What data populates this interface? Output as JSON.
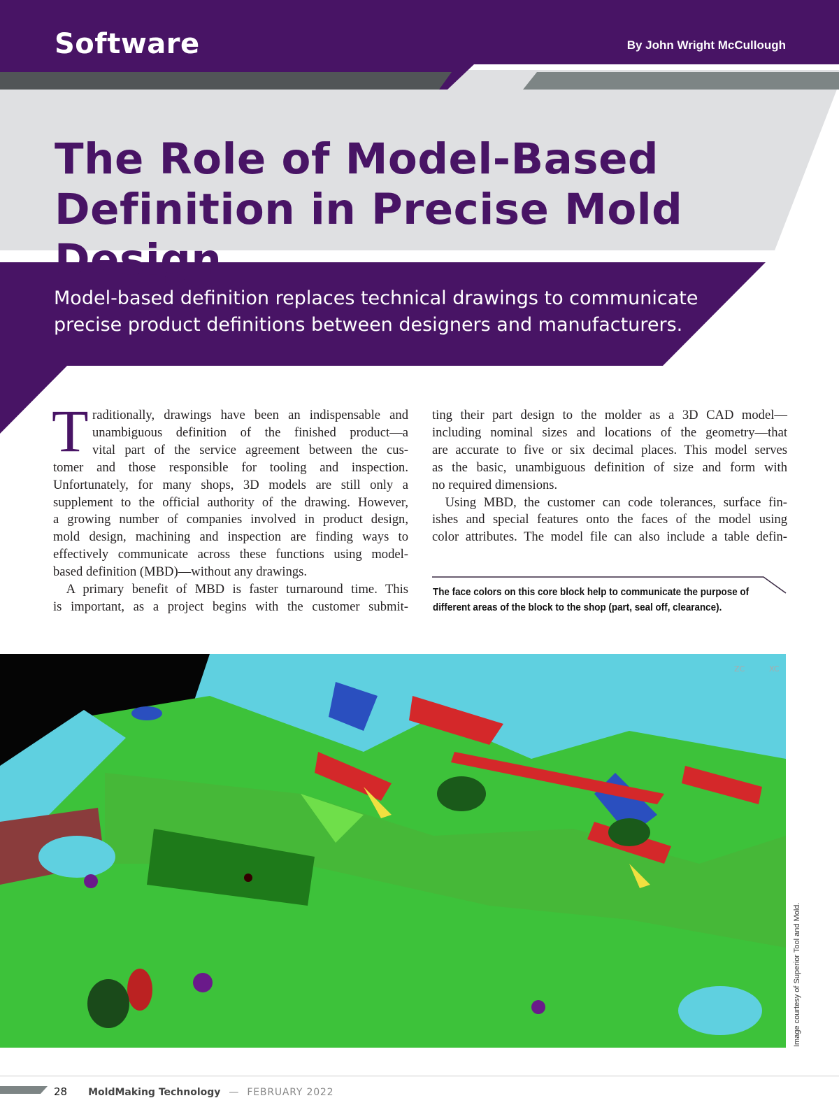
{
  "header": {
    "section": "Software",
    "byline": "By John Wright McCullough"
  },
  "title": [
    "The Role of Model-Based",
    "Definition in Precise Mold Design"
  ],
  "dek": "Model-based definition replaces technical drawings to communicate precise product definitions between designers and manufacturers.",
  "body": {
    "dropcap": "T",
    "col1": [
      "raditionally, drawings have been an indispensable and",
      "unambiguous definition of the finished product—a",
      "vital part of the service agreement between the cus-",
      "tomer and those responsible for tooling and inspection.",
      "Unfortunately, for many shops, 3D models are still only a",
      "supplement to the official authority of the drawing. However,",
      "a growing number of companies involved in product design,",
      "mold design, machining and inspection are finding ways to",
      "effectively communicate across these functions using model-",
      "based definition (MBD)—without any drawings.",
      " A primary benefit of MBD is faster turnaround time. This",
      "is important, as a project begins with the customer submit-"
    ],
    "col2": [
      "ting their part design to the molder as a 3D CAD model—",
      "including nominal sizes and locations of the geometry—that",
      "are accurate to five or six decimal places. This model serves",
      "as the basic, unambiguous definition of size and form with",
      "no required dimensions.",
      " Using MBD, the customer can code tolerances, surface fin-",
      "ishes and special features onto the faces of the model using",
      "color attributes. The model file can also include a table defin-"
    ]
  },
  "caption": "The face colors on this core block help to communicate the purpose of different areas of the block to the shop (part, seal off, clearance).",
  "image": {
    "credit": "Image courtesy of Superior Tool and Mold.",
    "axis_labels": [
      "ZC",
      "XC"
    ]
  },
  "footer": {
    "page": "28",
    "magazine": "MoldMaking Technology",
    "dash": "—",
    "date": "FEBRUARY 2022"
  },
  "colors": {
    "purple": "#481465",
    "gray_band": "#dfe0e2",
    "dark_bar": "#515557",
    "light_bar": "#7d8585"
  }
}
